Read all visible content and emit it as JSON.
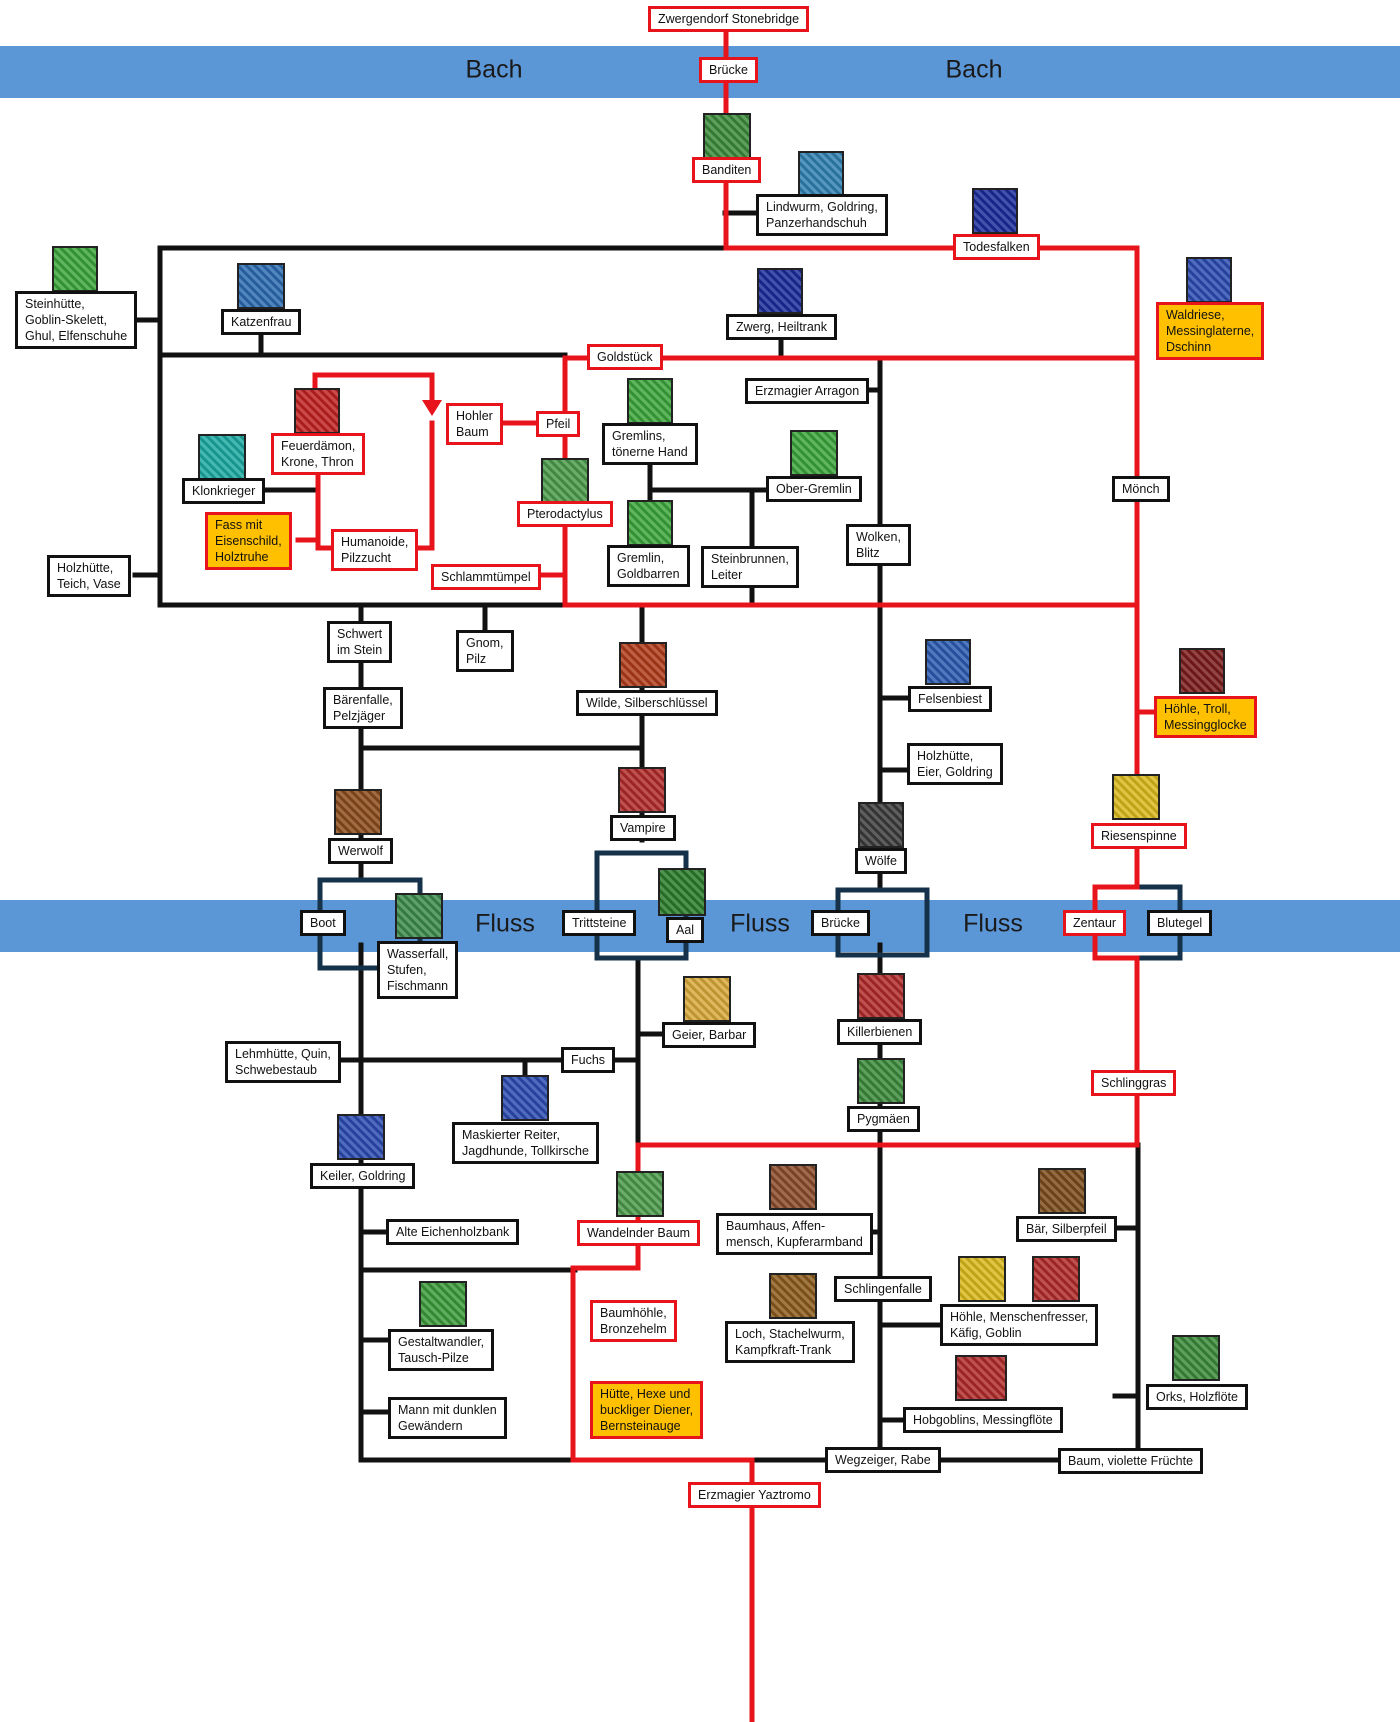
{
  "colors": {
    "path": "#e8141c",
    "line": "#111111",
    "water": "#5b96d6",
    "dark_frame": "#16324a",
    "highlight": "#ffc000"
  },
  "water": {
    "bach": "Bach",
    "fluss": "Fluss"
  },
  "nodes": {
    "top": "Zwergendorf Stonebridge",
    "bruecke1": "Brücke",
    "banditen": "Banditen",
    "lindwurm": "Lindwurm, Goldring,\nPanzerhandschuh",
    "todesfalken": "Todesfalken",
    "steinhuette": "Steinhütte,\nGoblin-Skelett,\nGhul, Elfenschuhe",
    "katzenfrau": "Katzenfrau",
    "zwerg": "Zwerg, Heiltrank",
    "waldriese": "Waldriese,\nMessinglaterne,\nDschinn",
    "goldstueck": "Goldstück",
    "erzmagier_arragon": "Erzmagier Arragon",
    "hohler_baum": "Hohler\nBaum",
    "pfeil": "Pfeil",
    "feuerdaemon": "Feuerdämon,\nKrone, Thron",
    "gremlins1": "Gremlins,\ntönerne Hand",
    "klonkrieger": "Klonkrieger",
    "ober_gremlin": "Ober-Gremlin",
    "moench": "Mönch",
    "fass": "Fass mit\nEisenschild,\nHolztruhe",
    "pterodactylus": "Pterodactylus",
    "humanoide": "Humanoide,\nPilzzucht",
    "wolken": "Wolken,\nBlitz",
    "gremlins2": "Gremlin,\nGoldbarren",
    "steinbrunnen": "Steinbrunnen,\nLeiter",
    "holzhuette1": "Holzhütte,\nTeich, Vase",
    "schlammtuempel": "Schlammtümpel",
    "schwert": "Schwert\nim Stein",
    "gnom": "Gnom,\nPilz",
    "felsenbiest": "Felsenbiest",
    "hoehle_troll": "Höhle, Troll,\nMessingglocke",
    "baerenfalle": "Bärenfalle,\nPelzjäger",
    "wilde": "Wilde, Silberschlüssel",
    "holzhuette2": "Holzhütte,\nEier, Goldring",
    "vampire": "Vampire",
    "werwolf": "Werwolf",
    "riesenspinne": "Riesenspinne",
    "woelfe": "Wölfe",
    "boot": "Boot",
    "trittsteine": "Trittsteine",
    "aal": "Aal",
    "bruecke2": "Brücke",
    "zentaur": "Zentaur",
    "blutegel": "Blutegel",
    "wasserfall": "Wasserfall,\nStufen,\nFischmann",
    "geier": "Geier, Barbar",
    "killerbienen": "Killerbienen",
    "lehmhuette": "Lehmhütte, Quin,\nSchwebestaub",
    "fuchs": "Fuchs",
    "schlinggras": "Schlinggras",
    "pygmaeen": "Pygmäen",
    "maskierter": "Maskierter Reiter,\nJagdhunde, Tollkirsche",
    "keiler": "Keiler, Goldring",
    "wandelnder": "Wandelnder Baum",
    "baumhaus": "Baumhaus, Affen-\nmensch, Kupferarmband",
    "baer": "Bär, Silberpfeil",
    "alte_bank": "Alte Eichenholzbank",
    "schlingenfalle": "Schlingenfalle",
    "gestaltwandler": "Gestaltwandler,\nTausch-Pilze",
    "baumhoehle": "Baumhöhle,\nBronzehelm",
    "loch": "Loch, Stachelwurm,\nKampfkraft-Trank",
    "hoehle_menschenfresser": "Höhle, Menschenfresser,\nKäfig, Goblin",
    "orks": "Orks, Holzflöte",
    "mann": "Mann mit dunklen\nGewändern",
    "huette_hexe": "Hütte, Hexe und\nbuckliger Diener,\nBernsteinauge",
    "hobgoblins": "Hobgoblins, Messingflöte",
    "wegzeiger": "Wegzeiger, Rabe",
    "baum_violett": "Baum, violette Früchte",
    "yaztromo": "Erzmagier Yaztromo"
  },
  "pictures": [
    "banditen-portrait-icon",
    "lindwurm-portrait-icon",
    "todesfalken-portrait-icon",
    "ghul-portrait-icon",
    "katzenfrau-portrait-icon",
    "zwerg-portrait-icon",
    "waldriese-portrait-icon",
    "feuerdaemon-portrait-icon",
    "gremlin-portrait-icon",
    "klonkrieger-portrait-icon",
    "ober-gremlin-portrait-icon",
    "pterodactylus-portrait-icon",
    "gremlin-goldbarren-portrait-icon",
    "wilde-portrait-icon",
    "felsenbiest-portrait-icon",
    "troll-portrait-icon",
    "vampire-portrait-icon",
    "werwolf-portrait-icon",
    "riesenspinne-portrait-icon",
    "woelfe-portrait-icon",
    "fischmann-portrait-icon",
    "aal-portrait-icon",
    "barbar-portrait-icon",
    "killerbienen-portrait-icon",
    "maskierter-reiter-portrait-icon",
    "pygmaeen-portrait-icon",
    "keiler-portrait-icon",
    "wandelnder-baum-portrait-icon",
    "affenmensch-portrait-icon",
    "baer-portrait-icon",
    "gestaltwandler-portrait-icon",
    "stachelwurm-portrait-icon",
    "menschenfresser-portrait-icon",
    "goblin-portrait-icon",
    "orks-portrait-icon",
    "hobgoblins-portrait-icon"
  ]
}
